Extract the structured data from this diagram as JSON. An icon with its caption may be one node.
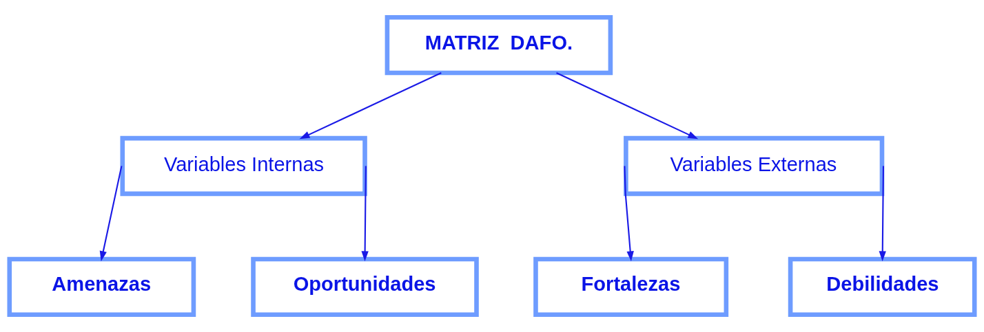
{
  "diagram": {
    "nodes": [
      {
        "text": [
          "MATRIZ  DAFO."
        ]
      },
      {
        "text": [
          "Variables Internas"
        ]
      },
      {
        "text": [
          "Variables Externas"
        ]
      },
      {
        "text": [
          "Amenazas"
        ]
      },
      {
        "text": [
          "Oportunidades"
        ]
      },
      {
        "text": [
          "Fortalezas"
        ]
      },
      {
        "text": [
          "Debilidades"
        ]
      }
    ],
    "edges": [
      {
        "from": 0,
        "to": 1,
        "arrow": "to"
      },
      {
        "from": 0,
        "to": 2,
        "arrow": "to"
      },
      {
        "from": 1,
        "to": 3,
        "arrow": "to"
      },
      {
        "from": 1,
        "to": 4,
        "arrow": "to"
      },
      {
        "from": 2,
        "to": 5,
        "arrow": "to"
      },
      {
        "from": 2,
        "to": 6,
        "arrow": "to"
      }
    ]
  }
}
